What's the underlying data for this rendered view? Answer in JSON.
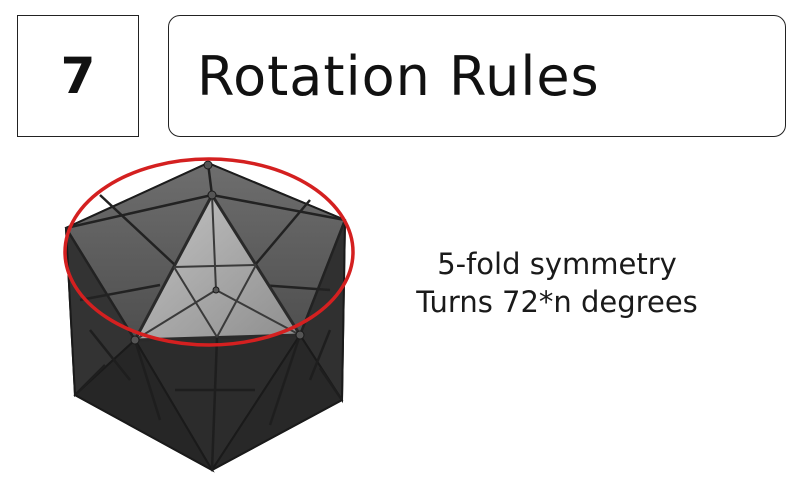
{
  "step": {
    "number": "7"
  },
  "header": {
    "title": "Rotation Rules"
  },
  "caption": {
    "line1": "5-fold symmetry",
    "line2": "Turns 72*n degrees"
  },
  "colors": {
    "puzzle_body": "#3a3a3a",
    "puzzle_highlight": "#a8a8a8",
    "highlight_ellipse": "#d42020",
    "text": "#111111"
  }
}
